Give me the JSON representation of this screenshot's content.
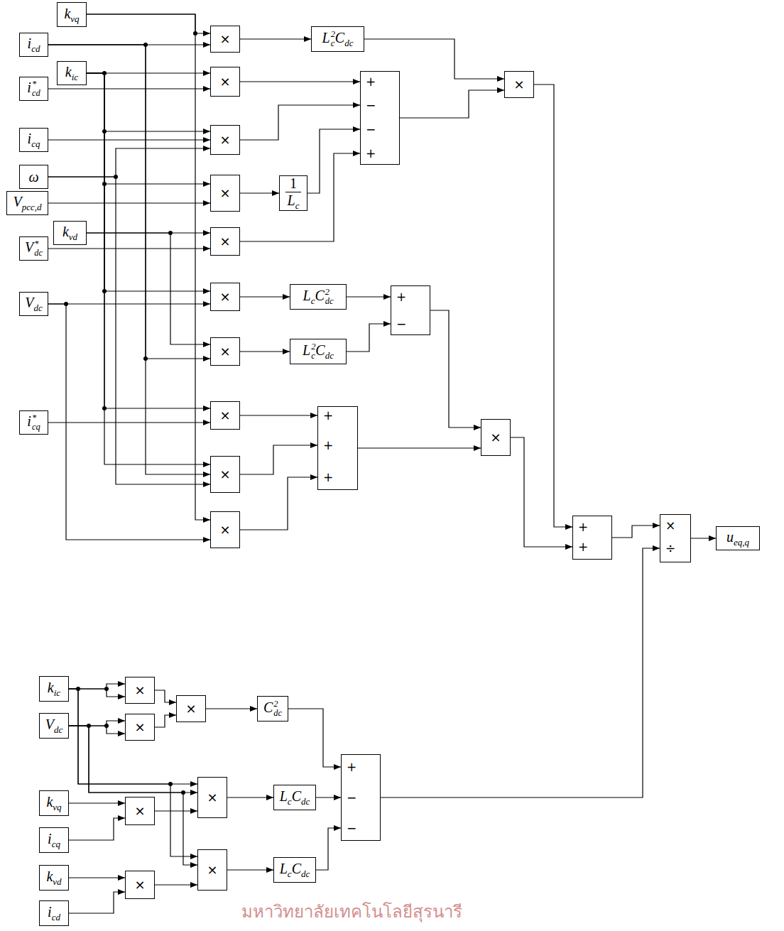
{
  "diagram": {
    "nodes": [
      {
        "text": [
          "kvq"
        ]
      },
      {
        "text": [
          "icd"
        ]
      },
      {
        "text": [
          "kic"
        ]
      },
      {
        "text": [
          "icd*"
        ]
      },
      {
        "text": [
          "icq"
        ]
      },
      {
        "text": [
          "ω"
        ]
      },
      {
        "text": [
          "Vpcc,d"
        ]
      },
      {
        "text": [
          "kvd"
        ]
      },
      {
        "text": [
          "Vdc*"
        ]
      },
      {
        "text": [
          "Vdc"
        ]
      },
      {
        "text": [
          "icq*"
        ]
      },
      {
        "text": [
          "×"
        ]
      },
      {
        "text": [
          "Lc2Cdc"
        ]
      },
      {
        "text": [
          "×"
        ]
      },
      {
        "text": [
          "×"
        ]
      },
      {
        "text": [
          "×"
        ]
      },
      {
        "text": [
          "1",
          "Lc"
        ]
      },
      {
        "text": [
          "×"
        ]
      },
      {
        "text": [
          "+",
          "−",
          "−",
          "+"
        ]
      },
      {
        "text": [
          "×"
        ]
      },
      {
        "text": [
          "×"
        ]
      },
      {
        "text": [
          "LcCdc2"
        ]
      },
      {
        "text": [
          "×"
        ]
      },
      {
        "text": [
          "Lc2Cdc"
        ]
      },
      {
        "text": [
          "+",
          "−"
        ]
      },
      {
        "text": [
          "×"
        ]
      },
      {
        "text": [
          "×"
        ]
      },
      {
        "text": [
          "×"
        ]
      },
      {
        "text": [
          "+",
          "+",
          "+"
        ]
      },
      {
        "text": [
          "×"
        ]
      },
      {
        "text": [
          "+",
          "+"
        ]
      },
      {
        "text": [
          "×",
          "÷"
        ]
      },
      {
        "text": [
          "ueq,q"
        ]
      },
      {
        "text": [
          "kic"
        ]
      },
      {
        "text": [
          "Vdc"
        ]
      },
      {
        "text": [
          "kvq"
        ]
      },
      {
        "text": [
          "icq"
        ]
      },
      {
        "text": [
          "kvd"
        ]
      },
      {
        "text": [
          "icd"
        ]
      },
      {
        "text": [
          "×"
        ]
      },
      {
        "text": [
          "×"
        ]
      },
      {
        "text": [
          "×"
        ]
      },
      {
        "text": [
          "Cdc2"
        ]
      },
      {
        "text": [
          "×"
        ]
      },
      {
        "text": [
          "×"
        ]
      },
      {
        "text": [
          "LcCdc"
        ]
      },
      {
        "text": [
          "×"
        ]
      },
      {
        "text": [
          "×"
        ]
      },
      {
        "text": [
          "LcCdc"
        ]
      },
      {
        "text": [
          "+",
          "−",
          "−"
        ]
      }
    ],
    "edges": [
      {
        "from": 0,
        "to": 11,
        "arrow": "to"
      },
      {
        "from": 0,
        "to": 27,
        "arrow": "to"
      },
      {
        "from": 1,
        "to": 11,
        "arrow": "to"
      },
      {
        "from": 1,
        "to": 22,
        "arrow": "to"
      },
      {
        "from": 1,
        "to": 26,
        "arrow": "to"
      },
      {
        "from": 2,
        "to": 13,
        "arrow": "to"
      },
      {
        "from": 2,
        "to": 14,
        "arrow": "to"
      },
      {
        "from": 2,
        "to": 15,
        "arrow": "to"
      },
      {
        "from": 2,
        "to": 20,
        "arrow": "to"
      },
      {
        "from": 2,
        "to": 25,
        "arrow": "to"
      },
      {
        "from": 2,
        "to": 26,
        "arrow": "to"
      },
      {
        "from": 3,
        "to": 13,
        "arrow": "to"
      },
      {
        "from": 4,
        "to": 14,
        "arrow": "to"
      },
      {
        "from": 5,
        "to": 14,
        "arrow": "to"
      },
      {
        "from": 5,
        "to": 26,
        "arrow": "to"
      },
      {
        "from": 6,
        "to": 15,
        "arrow": "to"
      },
      {
        "from": 7,
        "to": 17,
        "arrow": "to"
      },
      {
        "from": 7,
        "to": 22,
        "arrow": "to"
      },
      {
        "from": 8,
        "to": 17,
        "arrow": "to"
      },
      {
        "from": 9,
        "to": 20,
        "arrow": "to"
      },
      {
        "from": 9,
        "to": 27,
        "arrow": "to"
      },
      {
        "from": 10,
        "to": 25,
        "arrow": "to"
      },
      {
        "from": 11,
        "to": 12,
        "arrow": "to"
      },
      {
        "from": 12,
        "to": 19,
        "arrow": "to"
      },
      {
        "from": 13,
        "to": 18,
        "arrow": "to"
      },
      {
        "from": 14,
        "to": 18,
        "arrow": "to"
      },
      {
        "from": 15,
        "to": 16,
        "arrow": "to"
      },
      {
        "from": 16,
        "to": 18,
        "arrow": "to"
      },
      {
        "from": 17,
        "to": 18,
        "arrow": "to"
      },
      {
        "from": 18,
        "to": 19,
        "arrow": "to"
      },
      {
        "from": 19,
        "to": 30,
        "arrow": "to"
      },
      {
        "from": 20,
        "to": 21,
        "arrow": "to"
      },
      {
        "from": 21,
        "to": 24,
        "arrow": "to"
      },
      {
        "from": 22,
        "to": 23,
        "arrow": "to"
      },
      {
        "from": 23,
        "to": 24,
        "arrow": "to"
      },
      {
        "from": 24,
        "to": 29,
        "arrow": "to"
      },
      {
        "from": 25,
        "to": 28,
        "arrow": "to"
      },
      {
        "from": 26,
        "to": 28,
        "arrow": "to"
      },
      {
        "from": 27,
        "to": 28,
        "arrow": "to"
      },
      {
        "from": 28,
        "to": 29,
        "arrow": "to"
      },
      {
        "from": 29,
        "to": 30,
        "arrow": "to"
      },
      {
        "from": 30,
        "to": 31,
        "arrow": "to"
      },
      {
        "from": 31,
        "to": 32,
        "arrow": "to"
      },
      {
        "from": 33,
        "to": 39,
        "arrow": "to"
      },
      {
        "from": 33,
        "to": 44,
        "arrow": "to"
      },
      {
        "from": 33,
        "to": 47,
        "arrow": "to"
      },
      {
        "from": 34,
        "to": 40,
        "arrow": "to"
      },
      {
        "from": 34,
        "to": 44,
        "arrow": "to"
      },
      {
        "from": 34,
        "to": 47,
        "arrow": "to"
      },
      {
        "from": 39,
        "to": 41,
        "arrow": "to"
      },
      {
        "from": 40,
        "to": 41,
        "arrow": "to"
      },
      {
        "from": 41,
        "to": 42,
        "arrow": "to"
      },
      {
        "from": 42,
        "to": 49,
        "arrow": "to"
      },
      {
        "from": 35,
        "to": 43,
        "arrow": "to"
      },
      {
        "from": 36,
        "to": 43,
        "arrow": "to"
      },
      {
        "from": 43,
        "to": 44,
        "arrow": "to"
      },
      {
        "from": 44,
        "to": 45,
        "arrow": "to"
      },
      {
        "from": 45,
        "to": 49,
        "arrow": "to"
      },
      {
        "from": 37,
        "to": 46,
        "arrow": "to"
      },
      {
        "from": 38,
        "to": 46,
        "arrow": "to"
      },
      {
        "from": 46,
        "to": 47,
        "arrow": "to"
      },
      {
        "from": 47,
        "to": 48,
        "arrow": "to"
      },
      {
        "from": 48,
        "to": 49,
        "arrow": "to"
      },
      {
        "from": 49,
        "to": 31,
        "arrow": "to"
      }
    ],
    "labels": [
      "มหาวิทยาลัยเทคโนโลยีสุรนารี"
    ]
  }
}
